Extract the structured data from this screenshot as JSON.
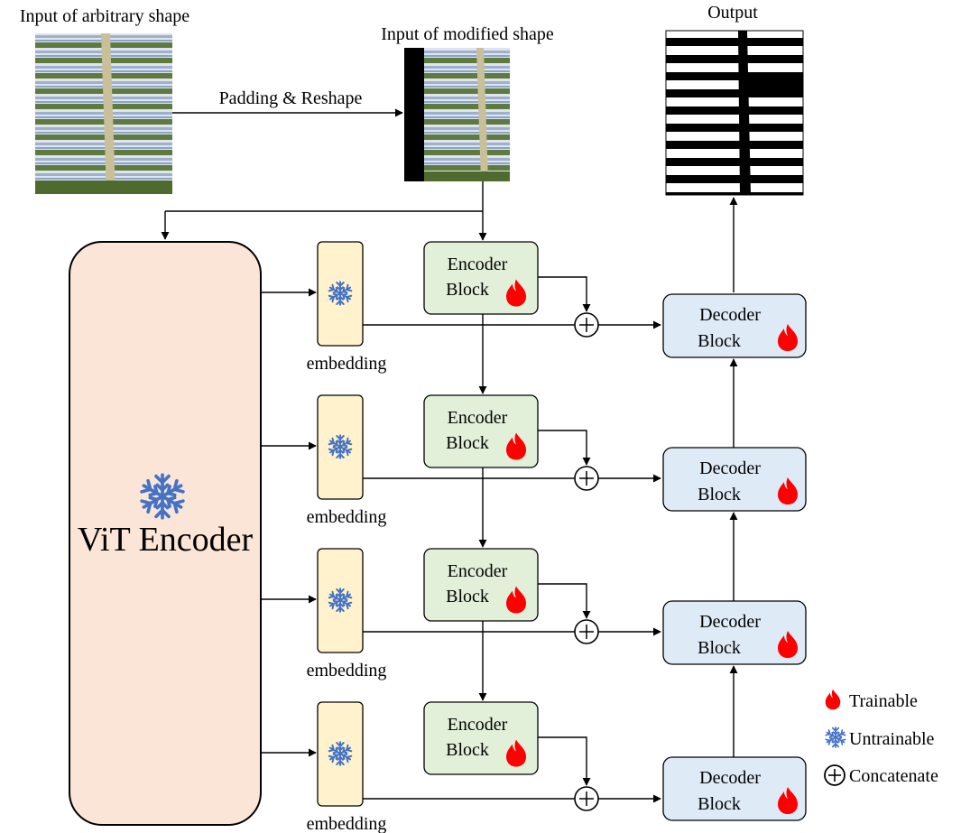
{
  "labels": {
    "input_arbitrary": "Input of arbitrary shape",
    "input_modified": "Input of modified shape",
    "output": "Output",
    "padding_reshape": "Padding & Reshape",
    "vit_encoder": "ViT Encoder",
    "embedding": "embedding",
    "encoder_line1": "Encoder",
    "encoder_line2": "Block",
    "decoder_line1": "Decoder",
    "decoder_line2": "Block"
  },
  "legend": {
    "trainable": "Trainable",
    "untrainable": "Untrainable",
    "concatenate": "Concatenate"
  },
  "colors": {
    "vit_fill": "#fbe5d6",
    "embedding_fill": "#fff2cc",
    "encoder_fill": "#e2f0d9",
    "decoder_fill": "#deebf7",
    "flame": "#ff0000",
    "snowflake": "#4472c4",
    "field_green": "#5e7a3c",
    "field_white": "#dfe4ee"
  },
  "icons": {
    "trainable": "flame-icon",
    "untrainable": "snowflake-icon",
    "concatenate": "circled-plus-icon"
  },
  "stages": 4
}
